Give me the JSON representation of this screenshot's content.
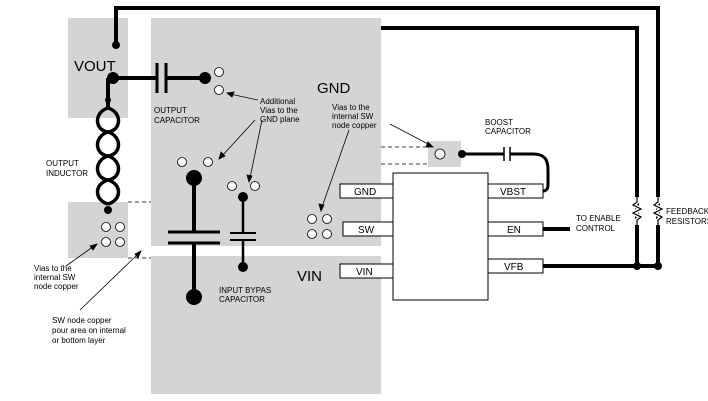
{
  "regions": {
    "vout": "VOUT",
    "gnd": "GND",
    "vin": "VIN"
  },
  "labels": {
    "output_capacitor": [
      "OUTPUT",
      "CAPACITOR"
    ],
    "output_inductor": [
      "OUTPUT",
      "INDUCTOR"
    ],
    "additional_vias": [
      "Additional",
      "Vias to the",
      "GND plane"
    ],
    "vias_internal_sw_top": [
      "Vias to the",
      "internal SW",
      "node copper"
    ],
    "vias_internal_sw_left": [
      "Vias to the",
      "internal SW",
      "node copper"
    ],
    "sw_node_pour": [
      "SW node copper",
      "pour area on internal",
      "or bottom layer"
    ],
    "input_bypass_capacitor": [
      "INPUT BYPAS",
      "CAPACITOR"
    ],
    "boost_capacitor": [
      "BOOST",
      "CAPACITOR"
    ],
    "to_enable_control": [
      "TO ENABLE",
      "CONTROL"
    ],
    "feedback_resistors": [
      "FEEDBACK",
      "RESISTORS"
    ]
  },
  "pins": {
    "gnd": "GND",
    "sw": "SW",
    "vin": "VIN",
    "vbst": "VBST",
    "en": "EN",
    "vfb": "VFB"
  },
  "colors": {
    "copper_pour": "#d4d4d4",
    "trace": "#000000",
    "background": "#ffffff"
  }
}
